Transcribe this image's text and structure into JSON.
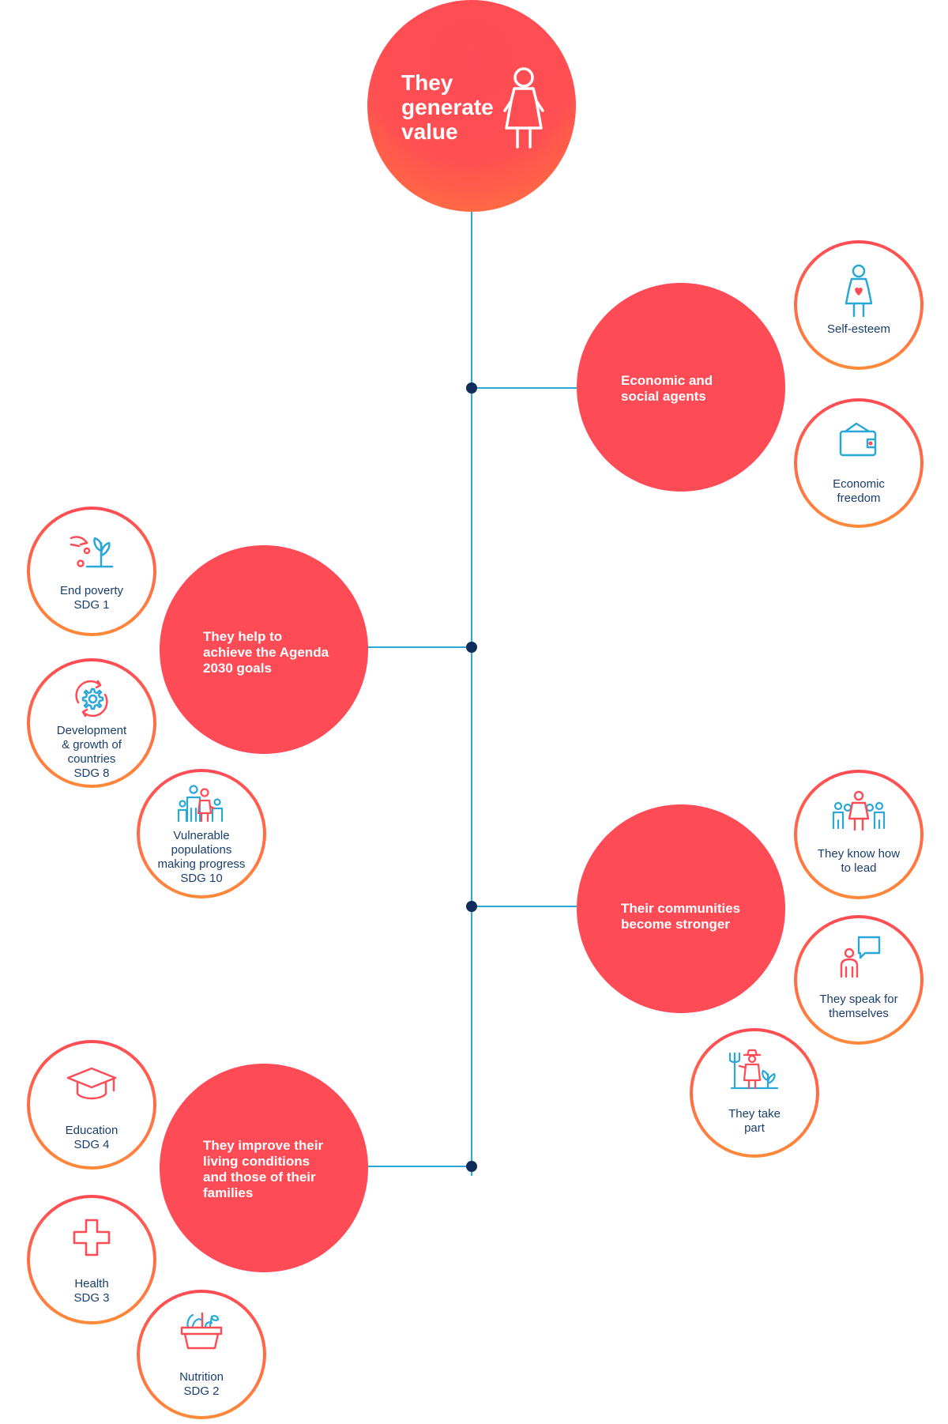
{
  "top": {
    "title_line1": "They",
    "title_line2": "generate",
    "title_line3": "value",
    "icon": "woman-icon"
  },
  "hubs": {
    "economic": {
      "line1": "Economic and",
      "line2": "social agents"
    },
    "agenda": {
      "line1": "They help to",
      "line2": "achieve the Agenda",
      "line3": "2030 goals"
    },
    "communities": {
      "line1": "Their communities",
      "line2": "become stronger"
    },
    "living": {
      "line1": "They improve their",
      "line2": "living conditions",
      "line3": "and those of their",
      "line4": "families"
    }
  },
  "items": {
    "self_esteem": {
      "line1": "Self-esteem",
      "icon": "woman-heart-icon"
    },
    "economic_freedom": {
      "line1": "Economic",
      "line2": "freedom",
      "icon": "wallet-icon"
    },
    "end_poverty": {
      "line1": "End poverty",
      "line2": "SDG 1",
      "icon": "hand-plant-icon"
    },
    "development": {
      "line1": "Development",
      "line2": "& growth of",
      "line3": "countries",
      "line4": "SDG 8",
      "icon": "gear-cycle-icon"
    },
    "vulnerable": {
      "line1": "Vulnerable",
      "line2": "populations",
      "line3": "making progress",
      "line4": "SDG 10",
      "icon": "family-icon"
    },
    "know_lead": {
      "line1": "They know how",
      "line2": "to lead",
      "icon": "group-leader-icon"
    },
    "speak": {
      "line1": "They speak for",
      "line2": "themselves",
      "icon": "speech-bubble-person-icon"
    },
    "take_part": {
      "line1": "They take",
      "line2": "part",
      "icon": "farmer-icon"
    },
    "education": {
      "line1": "Education",
      "line2": "SDG 4",
      "icon": "graduation-cap-icon"
    },
    "health": {
      "line1": "Health",
      "line2": "SDG 3",
      "icon": "medical-cross-icon"
    },
    "nutrition": {
      "line1": "Nutrition",
      "line2": "SDG 2",
      "icon": "food-basket-icon"
    }
  },
  "colors": {
    "coral": "#ff4b55",
    "orange": "#ff8a3a",
    "line_blue": "#29a8d8",
    "dot_navy": "#0f2b5b",
    "text_navy": "#1a3e6e"
  }
}
